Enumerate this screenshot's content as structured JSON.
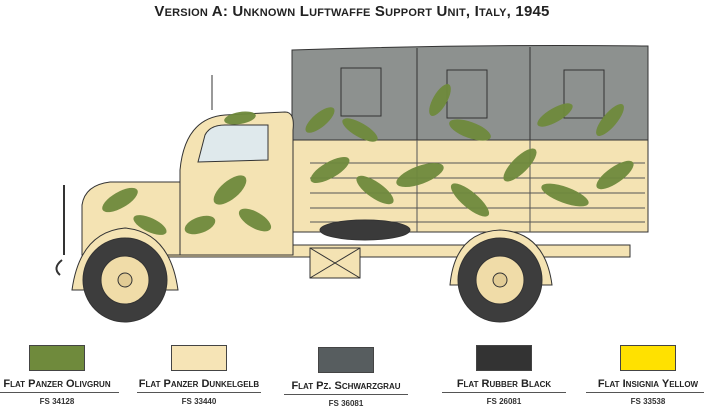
{
  "title": "Version A: Unknown Luftwaffe Support Unit, Italy, 1945",
  "colors": {
    "olive": "#6f8a3c",
    "sand": "#f4e3b3",
    "canvas": "#8d918f",
    "outline": "#333333"
  },
  "swatches": [
    {
      "name": "Flat Panzer Olivgrun",
      "code": "FS 34128",
      "color": "#6f8a3c"
    },
    {
      "name": "Flat Panzer Dunkelgelb",
      "code": "FS 33440",
      "color": "#f6e4b6"
    },
    {
      "name": "Flat Pz. Schwarzgrau",
      "code": "FS 36081",
      "color": "#575d5f"
    },
    {
      "name": "Flat Rubber Black",
      "code": "FS 26081",
      "color": "#333333"
    },
    {
      "name": "Flat Insignia Yellow",
      "code": "FS 33538",
      "color": "#ffe100"
    }
  ]
}
